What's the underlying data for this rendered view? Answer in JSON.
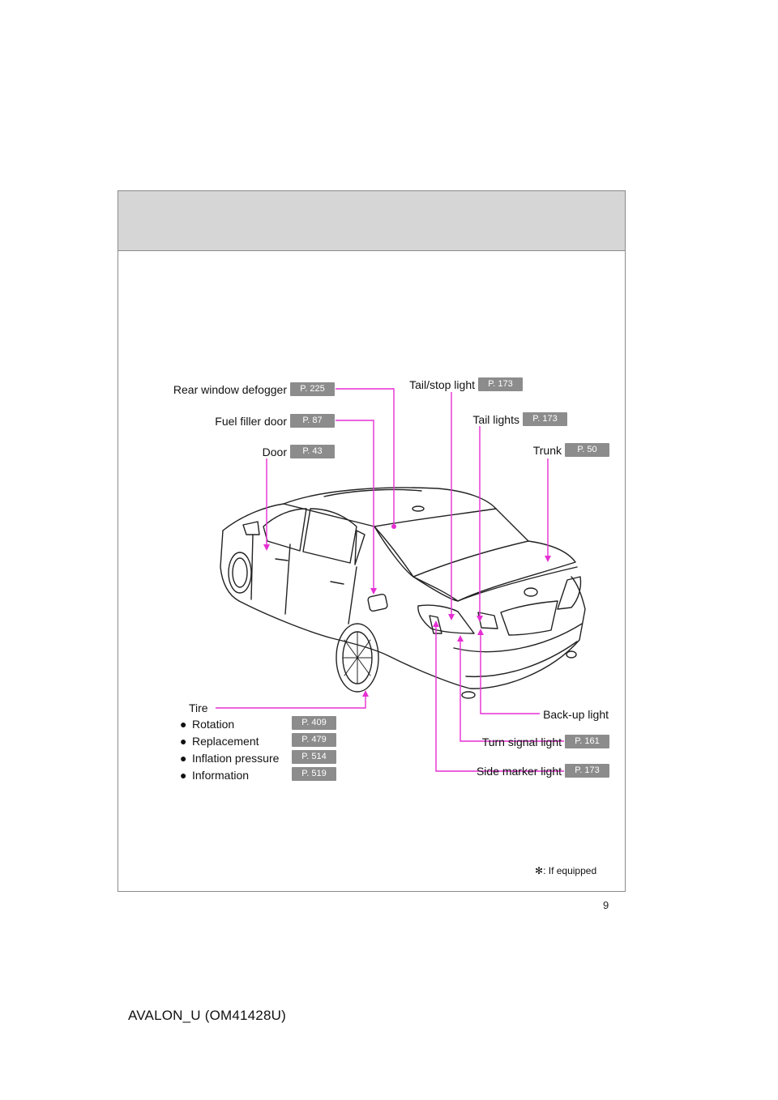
{
  "callouts": {
    "rear_window_defogger": {
      "label": "Rear window defogger",
      "page": "P. 225"
    },
    "fuel_filler_door": {
      "label": "Fuel filler door",
      "page": "P. 87"
    },
    "door": {
      "label": "Door",
      "page": "P. 43"
    },
    "tail_stop_light": {
      "label": "Tail/stop light",
      "page": "P. 173"
    },
    "tail_lights": {
      "label": "Tail lights",
      "page": "P. 173"
    },
    "trunk": {
      "label": "Trunk",
      "page": "P. 50"
    },
    "back_up_light": {
      "label": "Back-up light"
    },
    "turn_signal_light": {
      "label": "Turn signal light",
      "page": "P. 161"
    },
    "side_marker_light": {
      "label": "Side marker light",
      "page": "P. 173"
    }
  },
  "tire": {
    "label": "Tire",
    "bullet": "●",
    "items": [
      {
        "label": "Rotation",
        "page": "P. 409"
      },
      {
        "label": "Replacement",
        "page": "P. 479"
      },
      {
        "label": "Inflation pressure",
        "page": "P. 514"
      },
      {
        "label": "Information",
        "page": "P. 519"
      }
    ]
  },
  "equipped_note": {
    "symbol": "✻",
    "text": ": If equipped"
  },
  "page_number": "9",
  "footer_code": "AVALON_U (OM41428U)",
  "colors": {
    "leader_line": "#e62fd3",
    "badge": "#8c8c8c",
    "header_band": "#d6d6d6"
  }
}
